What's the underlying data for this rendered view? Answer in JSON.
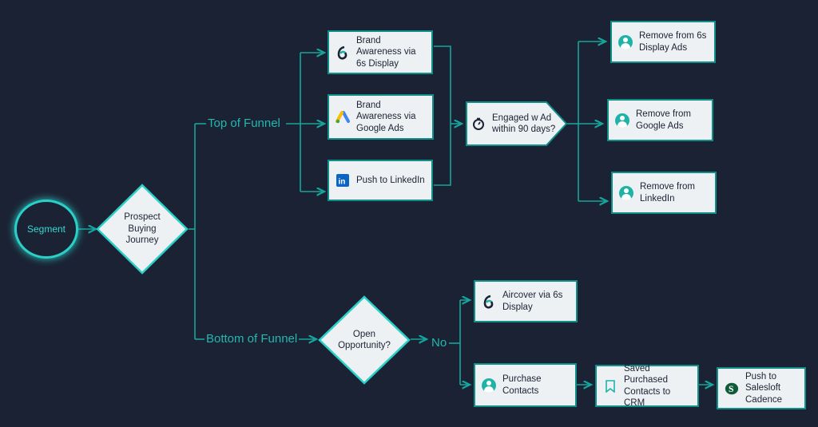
{
  "segment": "Segment",
  "prospect": "Prospect Buying Journey",
  "top_funnel": "Top of Funnel",
  "bottom_funnel": "Bottom of Funnel",
  "open_opportunity": "Open Opportunity?",
  "no_label": "No",
  "top_nodes": {
    "brand_6s": "Brand Awareness via 6s Display",
    "brand_google": "Brand Awareness via Google Ads",
    "linkedin": "Push to LinkedIn"
  },
  "engaged": "Engaged w Ad within 90 days?",
  "remove_nodes": {
    "remove_6s": "Remove from 6s Display Ads",
    "remove_google": "Remove from Google Ads",
    "remove_linkedin": "Remove from LinkedIn"
  },
  "bottom_nodes": {
    "aircover": "Aircover via 6s Display",
    "purchase": "Purchase Contacts",
    "saved": "Saved Purchased Contacts to CRM",
    "salesloft": "Push to Salesloft Cadence"
  },
  "colors": {
    "background": "#1b2233",
    "accent": "#22b8b0",
    "node_fill": "#eef1f4",
    "node_border": "#0f8f8a"
  }
}
